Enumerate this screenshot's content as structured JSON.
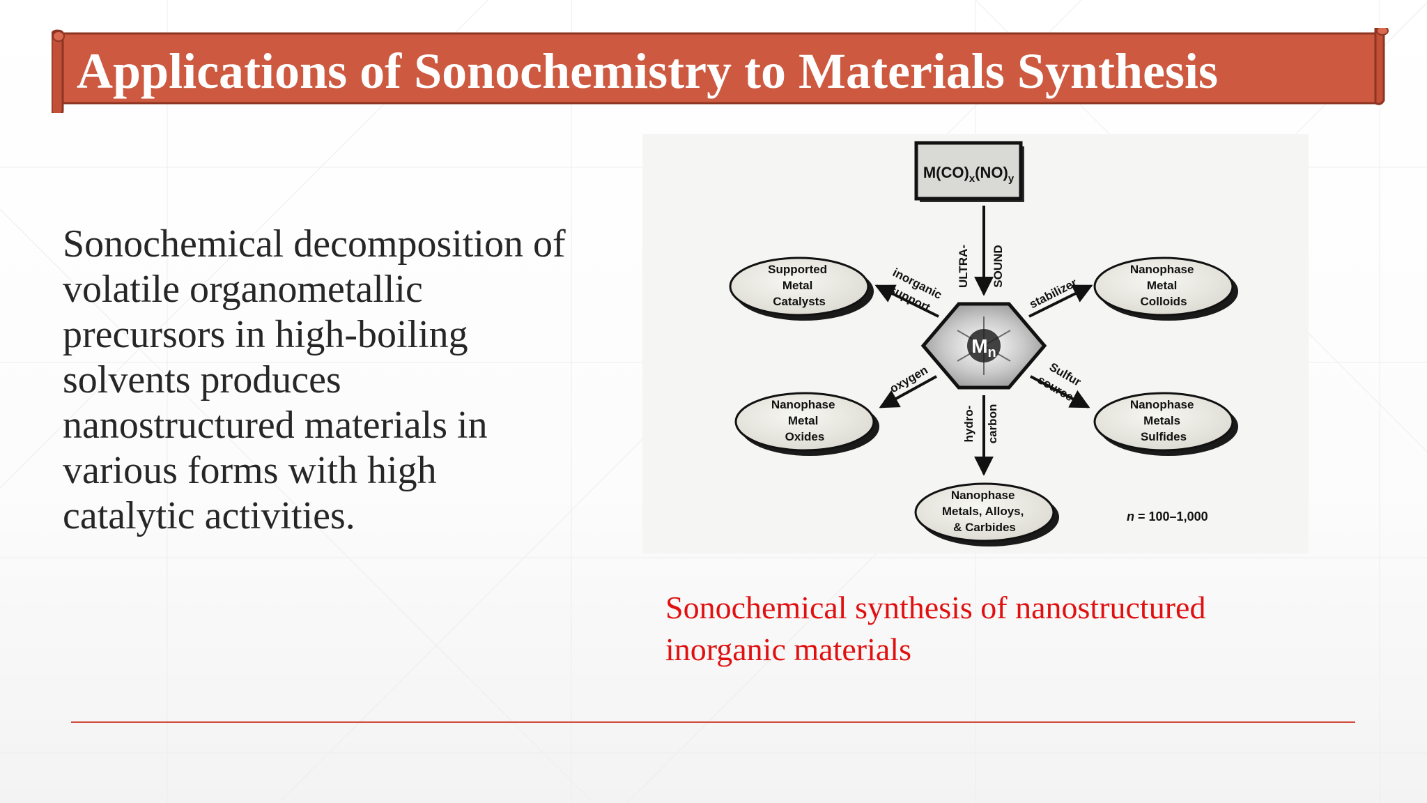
{
  "slide": {
    "title": "Applications of Sonochemistry to Materials Synthesis",
    "body_lines": [
      "Sonochemical decomposition of",
      "volatile organometallic",
      "precursors in high-boiling",
      "solvents produces",
      "nanostructured materials in",
      "various forms with high",
      "catalytic activities."
    ],
    "caption_lines": [
      "Sonochemical synthesis of nanostructured",
      "inorganic materials"
    ]
  },
  "diagram": {
    "precursor": {
      "main": "M(CO)",
      "sub1": "x",
      "mid": "(NO)",
      "sub2": "y"
    },
    "center": {
      "main": "M",
      "sub": "n"
    },
    "arrow_labels": {
      "ultrasound_line1": "ULTRA-",
      "ultrasound_line2": "SOUND",
      "inorganic_line1": "inorganic",
      "inorganic_line2": "support",
      "stabilizer": "stabilizer",
      "oxygen": "oxygen",
      "sulfur_line1": "Sulfur",
      "sulfur_line2": "source",
      "hydrocarbon_line1": "hydro-",
      "hydrocarbon_line2": "carbon"
    },
    "products": {
      "supported": [
        "Supported",
        "Metal",
        "Catalysts"
      ],
      "colloids": [
        "Nanophase",
        "Metal",
        "Colloids"
      ],
      "oxides": [
        "Nanophase",
        "Metal",
        "Oxides"
      ],
      "sulfides": [
        "Nanophase",
        "Metals",
        "Sulfides"
      ],
      "alloys": [
        "Nanophase",
        "Metals, Alloys,",
        "& Carbides"
      ]
    },
    "range_note": {
      "var": "n",
      "rest": " = 100–1,000"
    }
  },
  "colors": {
    "banner_fill": "#cd5a40",
    "banner_edge": "#8e3422",
    "title_text": "#ffffff",
    "caption_text": "#e01010",
    "rule": "#d04a3a"
  }
}
